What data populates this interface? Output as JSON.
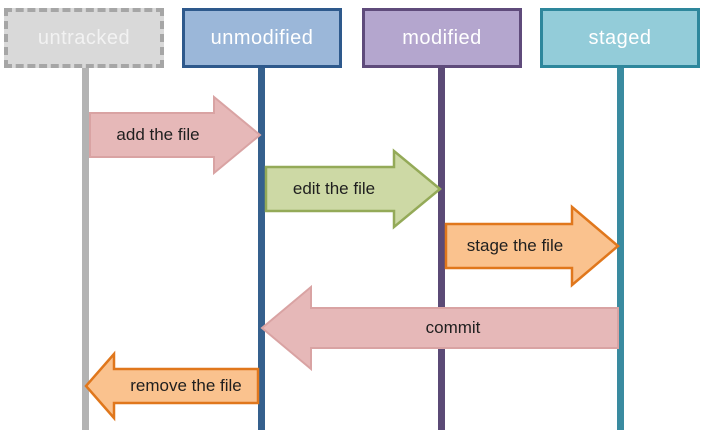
{
  "states": [
    {
      "id": "untracked",
      "label": "untracked"
    },
    {
      "id": "unmodified",
      "label": "unmodified"
    },
    {
      "id": "modified",
      "label": "modified"
    },
    {
      "id": "staged",
      "label": "staged"
    }
  ],
  "transitions": [
    {
      "id": "add",
      "label": "add the file",
      "from": "untracked",
      "to": "unmodified",
      "direction": "right"
    },
    {
      "id": "edit",
      "label": "edit the file",
      "from": "unmodified",
      "to": "modified",
      "direction": "right"
    },
    {
      "id": "stage",
      "label": "stage the file",
      "from": "modified",
      "to": "staged",
      "direction": "right"
    },
    {
      "id": "commit",
      "label": "commit",
      "from": "staged",
      "to": "unmodified",
      "direction": "left"
    },
    {
      "id": "remove",
      "label": "remove the file",
      "from": "unmodified",
      "to": "untracked",
      "direction": "left"
    }
  ],
  "colors": {
    "background": "#ffffff",
    "untracked_fill": "#d9d9d9",
    "untracked_border": "#a6a6a6",
    "untracked_text": "#f2f2f2",
    "unmodified_fill": "#9bb7d9",
    "unmodified_border": "#2e598c",
    "modified_fill": "#b4a6ce",
    "modified_border": "#5f4b7b",
    "staged_fill": "#93ccd9",
    "staged_border": "#2e879c",
    "state_text": "#ffffff",
    "line_untracked": "#b3b3b3",
    "line_unmodified": "#35608d",
    "line_modified": "#5b4a76",
    "line_staged": "#3a8ba0",
    "arrow_pink_fill": "#e6b8b8",
    "arrow_pink_border": "#d9a3a3",
    "arrow_green_fill": "#cdd9a5",
    "arrow_green_border": "#94aa58",
    "arrow_orange_fill": "#fac28e",
    "arrow_orange_border": "#e0771c",
    "arrow_text": "#1f1f1f"
  }
}
